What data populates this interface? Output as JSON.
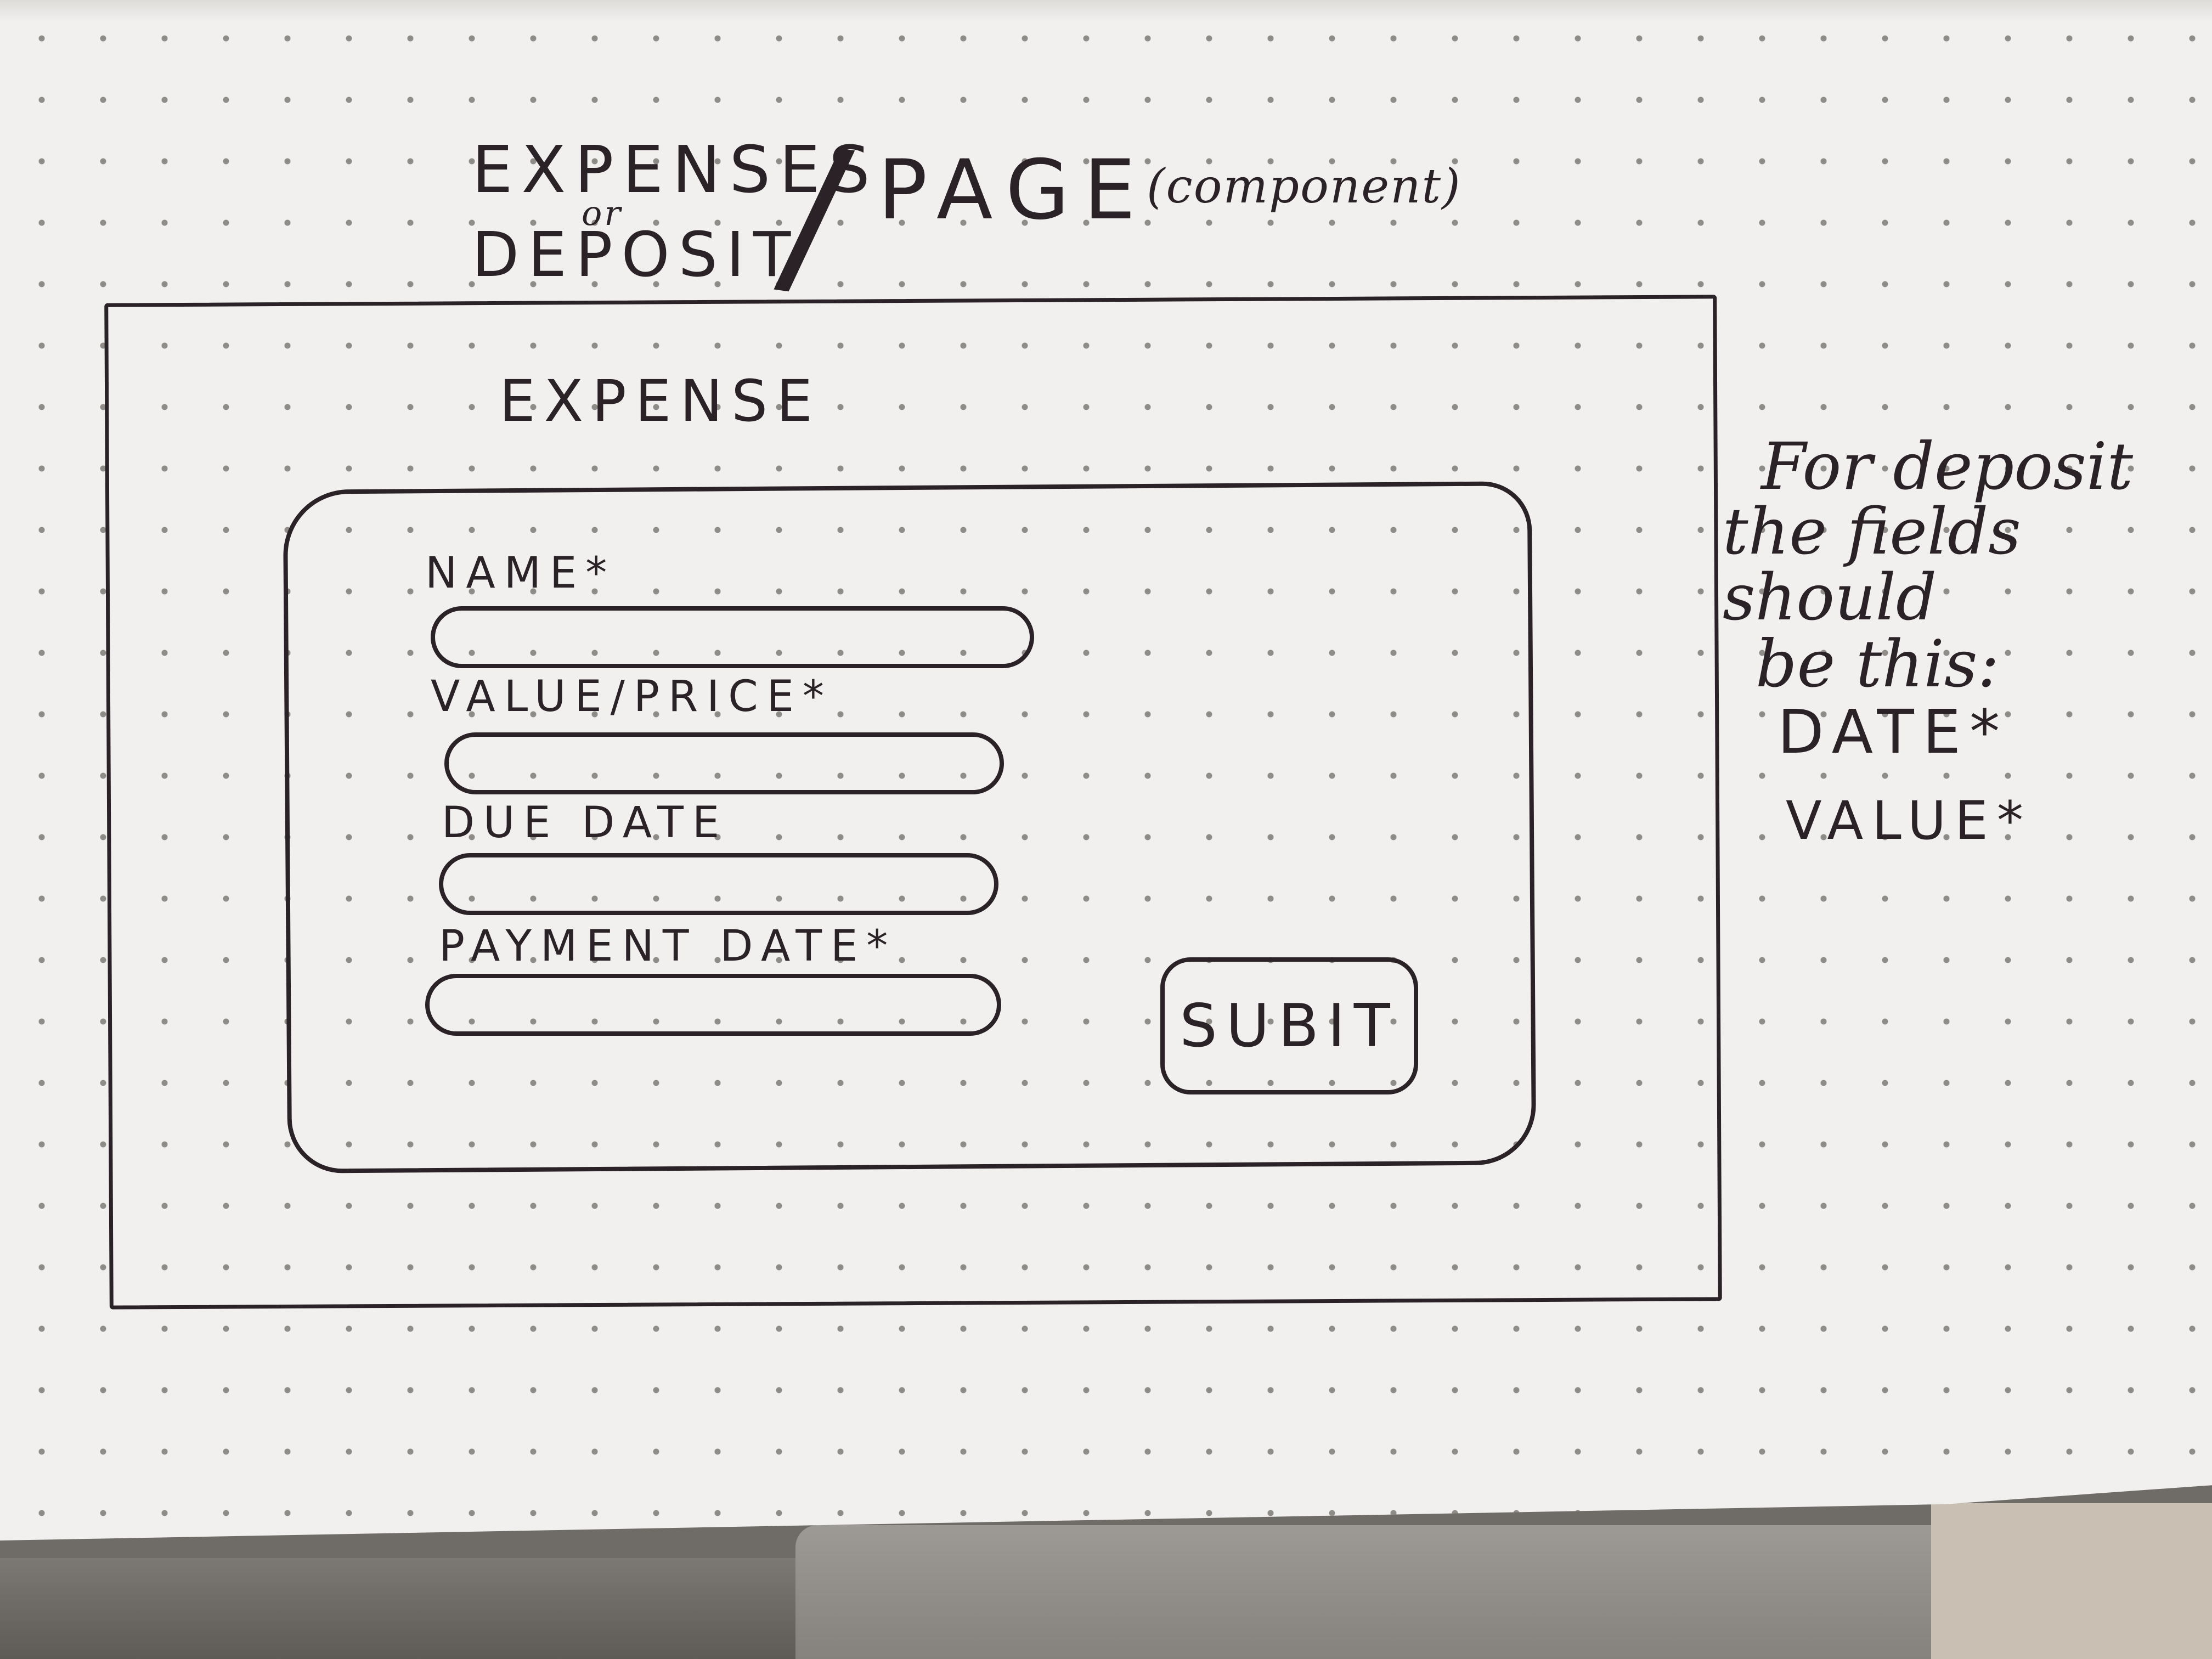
{
  "header": {
    "title_line1": "EXPENSES",
    "title_or": "or",
    "title_line2": "DEPOSIT",
    "slash": "/",
    "title_page": "PAGE",
    "title_component": "(component)"
  },
  "form": {
    "heading": "EXPENSE",
    "fields": [
      {
        "label": "NAME*",
        "value": ""
      },
      {
        "label": "VALUE/PRICE*",
        "value": ""
      },
      {
        "label": "DUE DATE",
        "value": ""
      },
      {
        "label": "PAYMENT DATE*",
        "value": ""
      }
    ],
    "submit_label": "SUBIT"
  },
  "note": {
    "lines": [
      "For deposit",
      "the fields should",
      "be this:"
    ],
    "field_1": "DATE*",
    "field_2": "VALUE*"
  }
}
